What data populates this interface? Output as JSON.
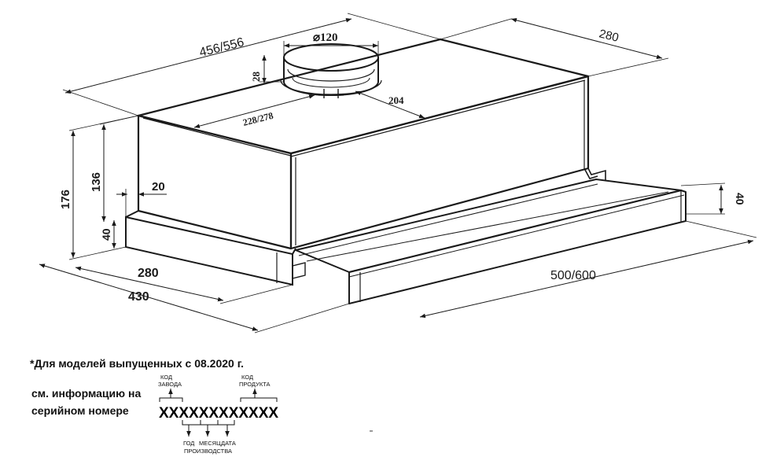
{
  "dimensions": {
    "overall_width": "456/556",
    "duct_diameter": "⌀120",
    "collar_height": "28",
    "duct_offset": "228/278",
    "duct_depth": "204",
    "top_depth": "280",
    "total_height": "176",
    "body_height": "136",
    "panel_inset": "20",
    "front_panel_height_left": "40",
    "bottom_depth": "280",
    "full_depth": "430",
    "drawer_width": "500/600",
    "front_panel_height_right": "40"
  },
  "note": {
    "line1": "*Для моделей выпущенных  с 08.2020 г.",
    "line2": "см. информацию на",
    "line3": "серийном номере"
  },
  "serial": {
    "code": "XXXXXXXXXXXX",
    "factory_label_1": "КОД",
    "factory_label_2": "ЗАВОДА",
    "product_label_1": "КОД",
    "product_label_2": "ПРОДУКТА",
    "year_label": "ГОД",
    "month_label": "МЕСЯЦ",
    "date_label": "ДАТА",
    "production_label": "ПРОИЗВОДСТВА"
  }
}
